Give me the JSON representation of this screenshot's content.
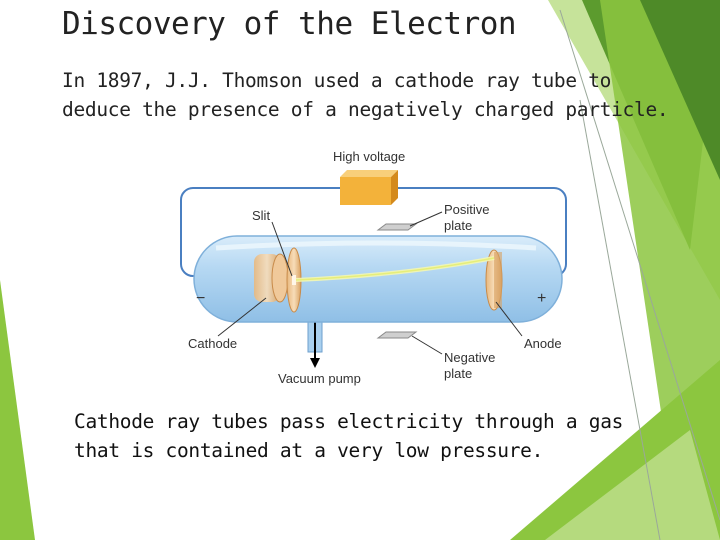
{
  "slide": {
    "title": "Discovery of the Electron",
    "intro_line1": "In 1897, J.J. Thomson used a cathode ray tube to",
    "intro_line2": "deduce the presence of a negatively charged particle.",
    "caption_line1": "Cathode ray tubes pass electricity through a gas",
    "caption_line2": "that is contained at a very low pressure."
  },
  "diagram": {
    "labels": {
      "high_voltage": "High voltage",
      "slit": "Slit",
      "positive_plate_1": "Positive",
      "positive_plate_2": "plate",
      "minus": "−",
      "plus": "+",
      "cathode": "Cathode",
      "anode": "Anode",
      "negative_plate_1": "Negative",
      "negative_plate_2": "plate",
      "vacuum_pump": "Vacuum pump"
    }
  },
  "colors": {
    "accent_green": "#8cc63f",
    "dark_green": "#5c9b2e",
    "tube_blue": "#a9d0ef",
    "wire_blue": "#4a7fc1",
    "power_box": "#f3b23a"
  }
}
